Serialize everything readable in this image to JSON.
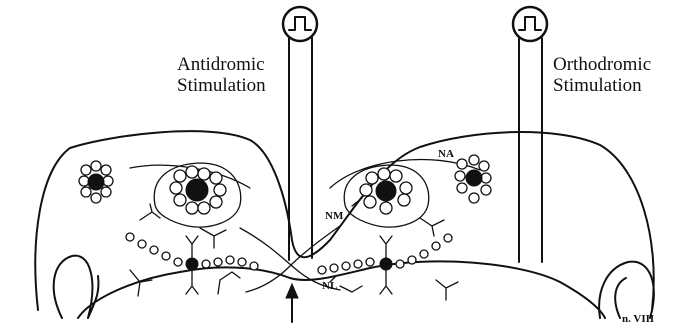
{
  "labels": {
    "antidromic_line1": "Antidromic",
    "antidromic_line2": "Stimulation",
    "orthodromic_line1": "Orthodromic",
    "orthodromic_line2": "Stimulation",
    "na": "NA",
    "nm": "NM",
    "nl": "NL",
    "nerve": "n. VIII"
  },
  "icons": {
    "left_stimulator": "square-pulse-icon",
    "right_stimulator": "square-pulse-icon",
    "recording_arrow": "up-arrow-icon"
  },
  "colors": {
    "ink": "#111111",
    "background": "#ffffff"
  }
}
